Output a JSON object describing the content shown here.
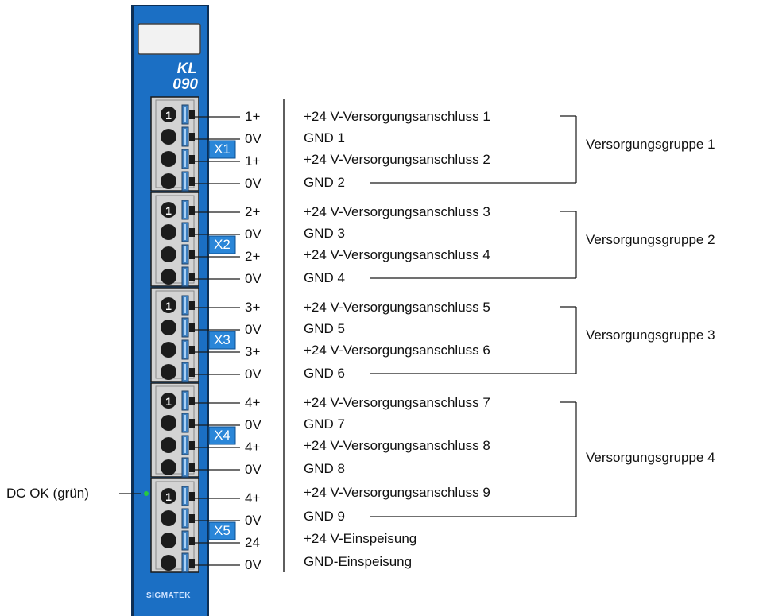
{
  "module": {
    "model_line1": "KL",
    "model_line2": "090",
    "brand": "SIGMATEK",
    "body_color": "#1b6fc4",
    "connector_color": "#d3d3d3",
    "contact_color": "#3d7fbf"
  },
  "status_led": {
    "label": "DC OK (grün)",
    "color": "#27c93f"
  },
  "connectors": [
    {
      "label": "X1",
      "pins": [
        "1+",
        "0V",
        "1+",
        "0V"
      ]
    },
    {
      "label": "X2",
      "pins": [
        "2+",
        "0V",
        "2+",
        "0V"
      ]
    },
    {
      "label": "X3",
      "pins": [
        "3+",
        "0V",
        "3+",
        "0V"
      ]
    },
    {
      "label": "X4",
      "pins": [
        "4+",
        "0V",
        "4+",
        "0V"
      ]
    },
    {
      "label": "X5",
      "pins": [
        "4+",
        "0V",
        "24",
        "0V"
      ]
    }
  ],
  "pin1_marker": "1",
  "descriptions": [
    [
      "+24 V-Versorgungsanschluss 1",
      "GND 1",
      "+24 V-Versorgungsanschluss 2",
      "GND 2"
    ],
    [
      "+24 V-Versorgungsanschluss 3",
      "GND 3",
      "+24 V-Versorgungsanschluss 4",
      "GND 4"
    ],
    [
      "+24 V-Versorgungsanschluss 5",
      "GND 5",
      "+24 V-Versorgungsanschluss 6",
      "GND 6"
    ],
    [
      "+24 V-Versorgungsanschluss 7",
      "GND 7",
      "+24 V-Versorgungsanschluss 8",
      "GND 8"
    ],
    [
      "+24 V-Versorgungsanschluss 9",
      "GND 9",
      "+24 V-Einspeisung",
      "GND-Einspeisung"
    ]
  ],
  "groups": [
    {
      "label": "Versorgungsgruppe 1"
    },
    {
      "label": "Versorgungsgruppe 2"
    },
    {
      "label": "Versorgungsgruppe 3"
    },
    {
      "label": "Versorgungsgruppe 4"
    }
  ]
}
